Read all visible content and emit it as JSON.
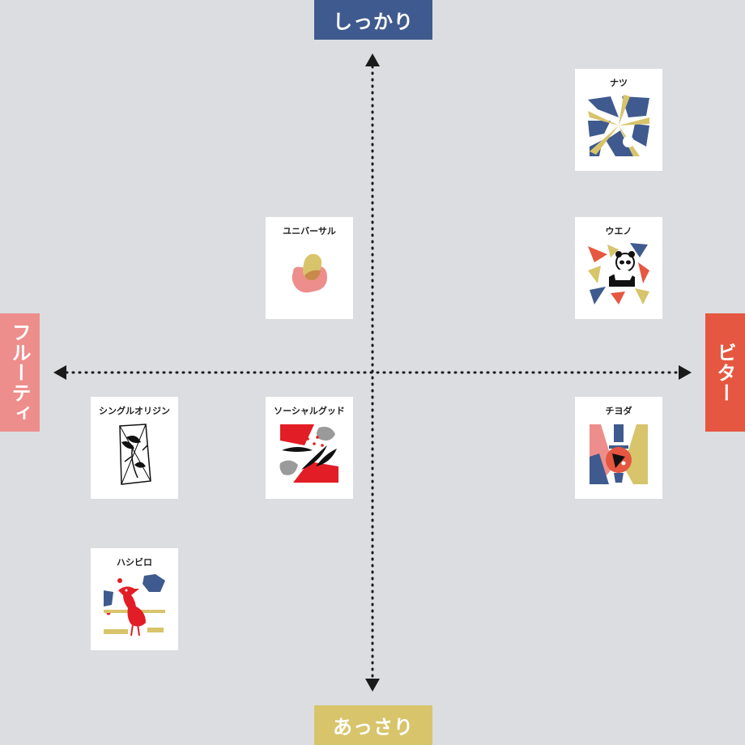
{
  "axes": {
    "top": "しっかり",
    "bottom": "あっさり",
    "left": "フルーティ",
    "right": "ビター"
  },
  "colors": {
    "navy": "#3f5a8e",
    "mustard": "#d8c46b",
    "salmon": "#ed8e8c",
    "red": "#e55740",
    "background": "#dcdde0"
  },
  "products": [
    {
      "name": "ナツ",
      "illustration": "sunburst-icon"
    },
    {
      "name": "ウエノ",
      "illustration": "panda-icon"
    },
    {
      "name": "ユニバーサル",
      "illustration": "blob-icon"
    },
    {
      "name": "シングルオリジン",
      "illustration": "sketch-icon"
    },
    {
      "name": "ソーシャルグッド",
      "illustration": "leaves-icon"
    },
    {
      "name": "チヨダ",
      "illustration": "shrine-icon"
    },
    {
      "name": "ハシビロ",
      "illustration": "shoebill-icon"
    }
  ]
}
